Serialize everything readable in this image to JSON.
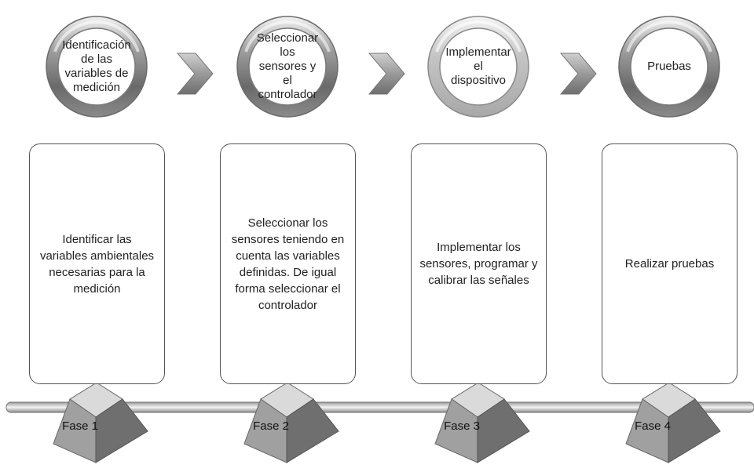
{
  "phases": [
    {
      "title": "Identificación de las variables de medición",
      "description": "Identificar las variables ambientales necesarias para la medición",
      "label": "Fase 1"
    },
    {
      "title": "Seleccionar los sensores y el controlador",
      "description": "Seleccionar los sensores teniendo en cuenta las variables definidas. De igual forma seleccionar el controlador",
      "label": "Fase 2"
    },
    {
      "title": "Implementar el dispositivo",
      "description": "Implementar los sensores, programar y calibrar las señales",
      "label": "Fase 3"
    },
    {
      "title": "Pruebas",
      "description": "Realizar pruebas",
      "label": "Fase 4"
    }
  ]
}
